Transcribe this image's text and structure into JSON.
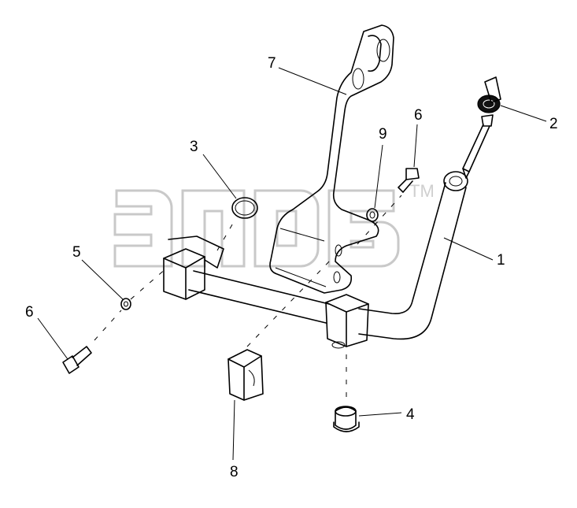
{
  "watermark": {
    "tm": "TM"
  },
  "callouts": {
    "c1": "1",
    "c2": "2",
    "c3": "3",
    "c4": "4",
    "c5": "5",
    "c6a": "6",
    "c6b": "6",
    "c7": "7",
    "c8": "8",
    "c9": "9"
  }
}
